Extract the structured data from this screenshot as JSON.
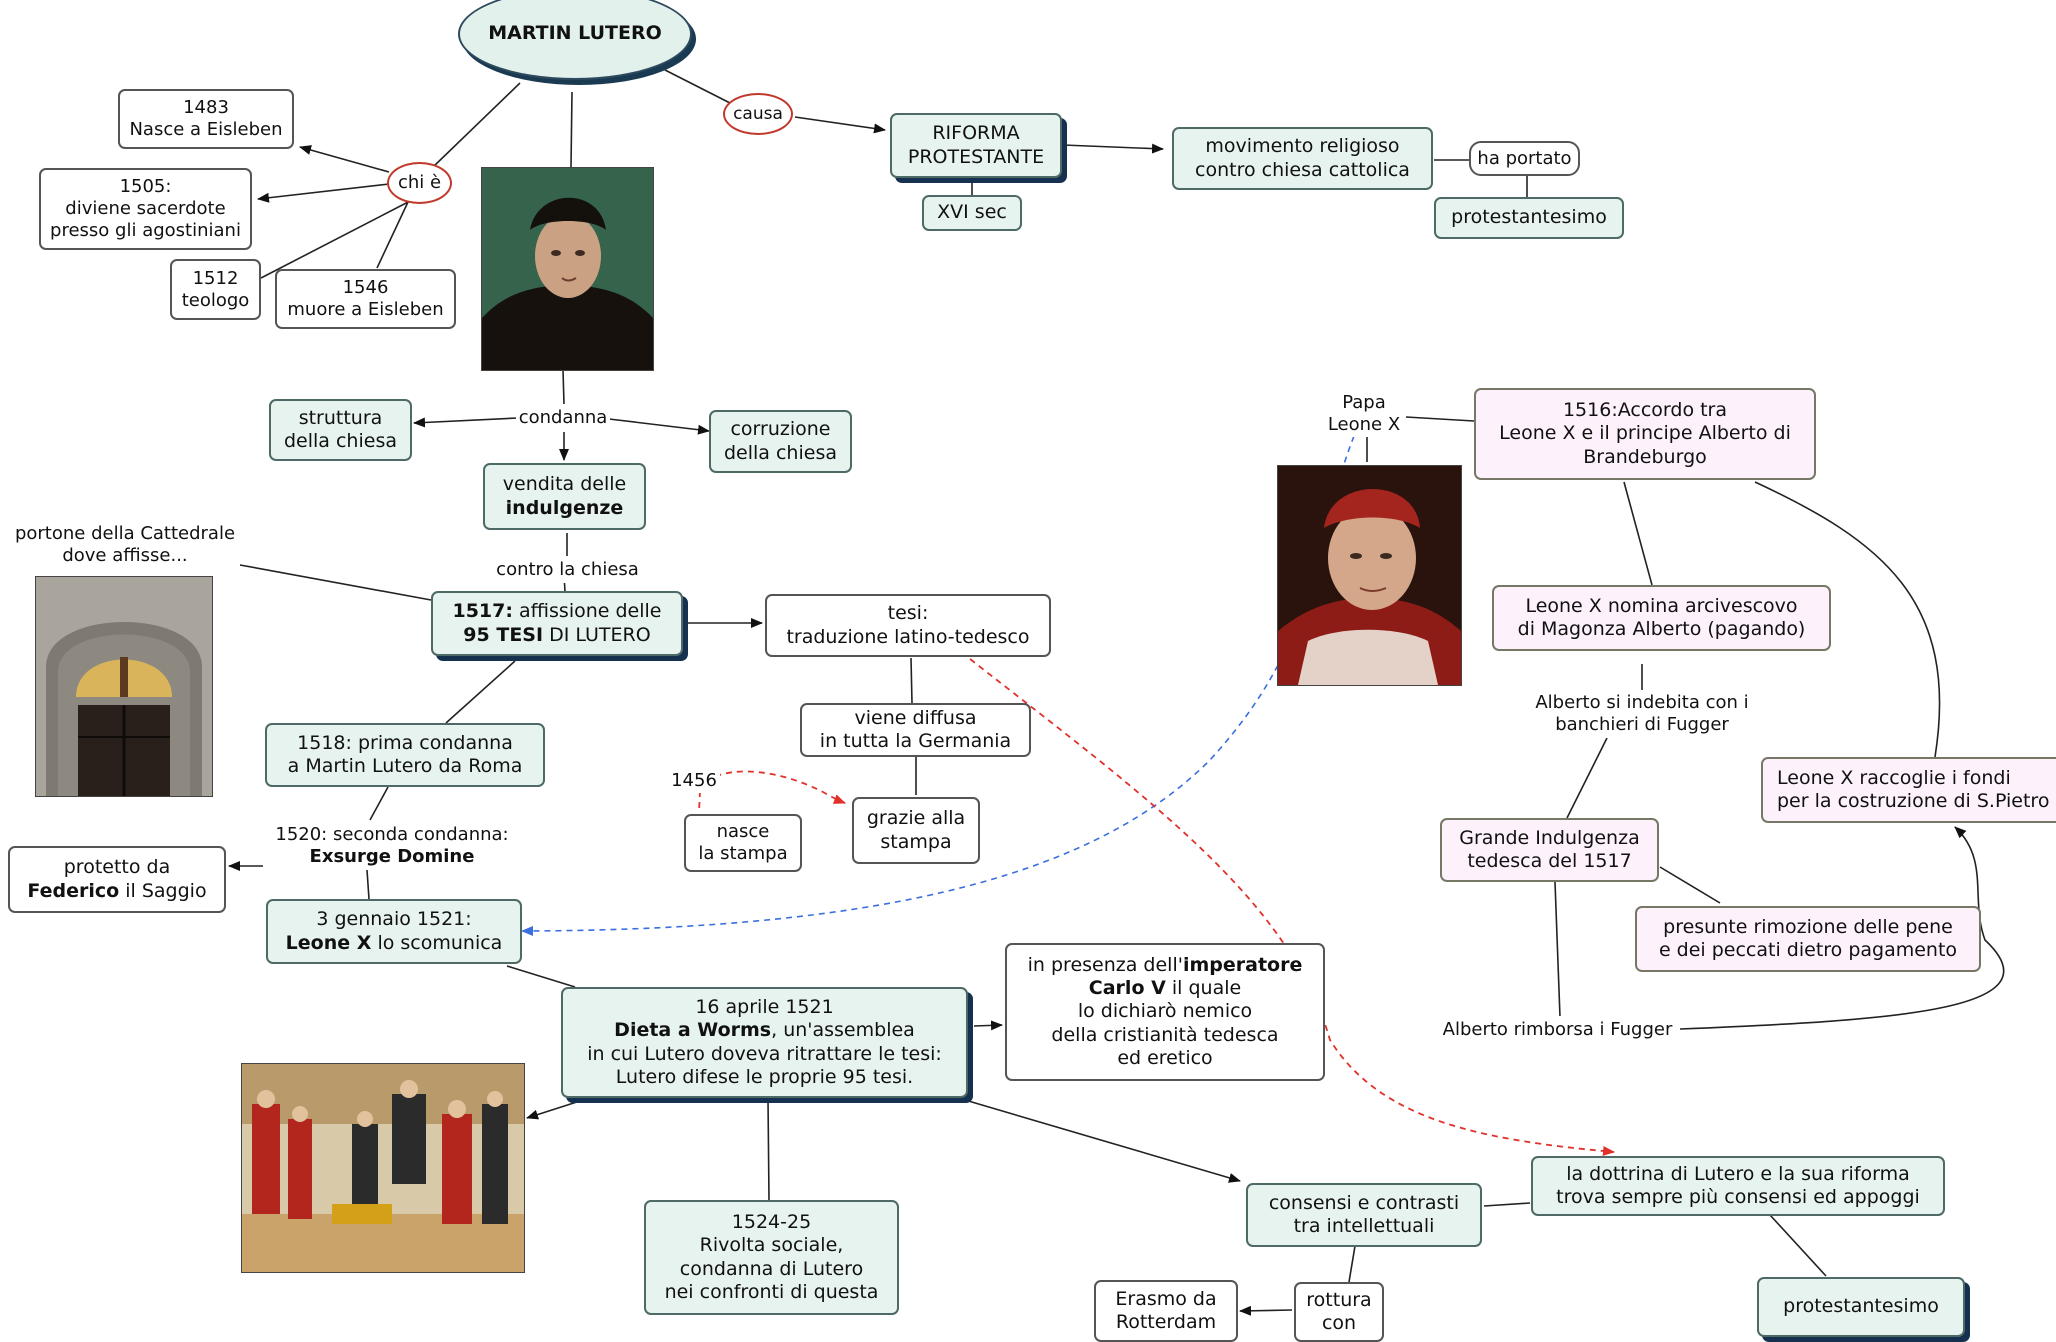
{
  "title": "MARTIN LUTERO",
  "labels": {
    "chi_e": "chi è",
    "causa": "causa",
    "condanna": "condanna",
    "contro": "contro la chiesa",
    "ha_portato": "ha portato",
    "portone": [
      "portone della Cattedrale",
      "dove affisse..."
    ],
    "papa": [
      "Papa",
      "Leone X"
    ],
    "indebita": [
      "Alberto si indebita con i",
      "banchieri di Fugger"
    ],
    "rimborsa": "Alberto rimborsa i Fugger",
    "y1456": "1456",
    "seconda": [
      "1520: seconda condanna:",
      "Exsurge Domine"
    ]
  },
  "bio": {
    "b1483": [
      "1483",
      "Nasce a Eisleben"
    ],
    "b1505": [
      "1505:",
      "diviene sacerdote",
      "presso gli agostiniani"
    ],
    "b1512": [
      "1512",
      "teologo"
    ],
    "b1546": [
      "1546",
      "muore a Eisleben"
    ]
  },
  "riforma": {
    "title": [
      "RIFORMA",
      "PROTESTANTE"
    ],
    "century": "XVI sec",
    "movimento": [
      "movimento religioso",
      "contro chiesa cattolica"
    ],
    "protestantesimo": "protestantesimo"
  },
  "condanna": {
    "struttura": [
      "struttura",
      "della chiesa"
    ],
    "corruzione": [
      "corruzione",
      "della chiesa"
    ],
    "vendita": [
      "vendita delle",
      "indulgenze"
    ]
  },
  "tesi": {
    "main_bold1": "1517:",
    "main_rest1": " affissione delle",
    "main_bold2": "95 TESI",
    "main_rest2": " DI LUTERO",
    "traduzione": [
      "tesi:",
      "traduzione latino-tedesco"
    ],
    "diffusa": [
      "viene diffusa",
      "in tutta la Germania"
    ],
    "stampa": [
      "grazie alla",
      "stampa"
    ],
    "nasce": [
      "nasce",
      "la stampa"
    ]
  },
  "condanne": {
    "c1518": [
      "1518: prima condanna",
      "a Martin Lutero da Roma"
    ],
    "protetto_pre": "protetto da",
    "protetto_bold": "Federico",
    "protetto_post": " il Saggio",
    "scomunica_line1": "3 gennaio 1521:",
    "scomunica_bold": "Leone X",
    "scomunica_post": " lo scomunica"
  },
  "worms": {
    "line1": "16 aprile 1521",
    "bold": "Dieta a Worms",
    "line2_post": ", un'assemblea",
    "line3": "in cui Lutero doveva ritrattare le tesi:",
    "line4": "Lutero difese le proprie 95 tesi.",
    "imp_pre": "in presenza dell'",
    "imp_bold1": "imperatore",
    "imp_bold2": "Carlo V",
    "imp_post": " il quale",
    "imp_l3": "lo dichiarò nemico",
    "imp_l4": "della cristianità tedesca",
    "imp_l5": "ed eretico",
    "rivolta": [
      "1524-25",
      "Rivolta sociale,",
      "condanna di Lutero",
      "nei confronti di questa"
    ],
    "consensi": [
      "consensi e contrasti",
      "tra intellettuali"
    ],
    "rottura": [
      "rottura",
      "con"
    ],
    "erasmo": [
      "Erasmo da",
      "Rotterdam"
    ],
    "dottrina": [
      "la dottrina di Lutero e la sua riforma",
      "trova sempre più consensi ed appoggi"
    ],
    "protestantesimo2": "protestantesimo"
  },
  "leone": {
    "accordo": [
      "1516:Accordo tra",
      "Leone X e il principe Alberto di",
      "Brandeburgo"
    ],
    "nomina": [
      "Leone X nomina arcivescovo",
      "di Magonza Alberto (pagando)"
    ],
    "indulgenza": [
      "Grande Indulgenza",
      "tedesca del 1517"
    ],
    "rimozione": [
      "presunte rimozione delle pene",
      "e dei peccati dietro pagamento"
    ],
    "fondi": [
      "Leone X raccoglie i fondi",
      "per la costruzione di S.Pietro"
    ]
  },
  "images": {
    "luther": "portrait-luther",
    "door": "cathedral-door",
    "pope": "portrait-leo-x",
    "worms": "diet-of-worms-illustration"
  },
  "colors": {
    "teal_fill": "#e7f3ef",
    "pink_fill": "#fdf1fb",
    "shadow": "#16314f",
    "red_dashed": "#e0312b",
    "blue_dashed": "#3a6fe0",
    "red_pill": "#c0392b"
  }
}
